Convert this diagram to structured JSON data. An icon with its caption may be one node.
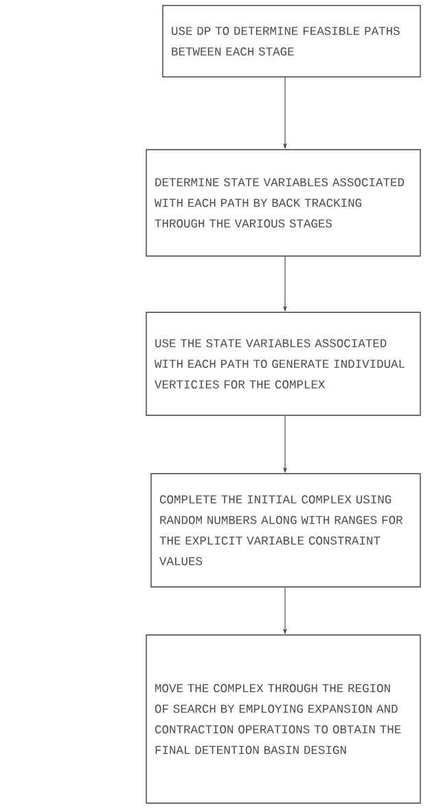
{
  "diagram": {
    "nodes": [
      {
        "text": [
          "USE DP TO DETERMINE FEASIBLE PATHS BETWEEN EACH STAGE"
        ]
      },
      {
        "text": [
          "DETERMINE STATE VARIABLES ASSOCIATED WITH EACH PATH BY BACK TRACKING THROUGH THE VARIOUS STAGES"
        ]
      },
      {
        "text": [
          "USE THE STATE VARIABLES ASSOCIATED WITH EACH PATH TO GENERATE INDIVIDUAL VERTICIES FOR THE COMPLEX"
        ]
      },
      {
        "text": [
          "COMPLETE THE INITIAL COMPLEX USING RANDOM NUMBERS ALONG WITH RANGES FOR THE EXPLICIT VARIABLE CONSTRAINT VALUES"
        ]
      },
      {
        "text": [
          "MOVE THE COMPLEX THROUGH THE REGION OF SEARCH BY EMPLOYING EXPANSION AND CONTRACTION OPERATIONS TO OBTAIN THE FINAL DETENTION BASIN DESIGN"
        ]
      }
    ],
    "edges": [
      {
        "from": 0,
        "to": 1,
        "arrow": "to"
      },
      {
        "from": 1,
        "to": 2,
        "arrow": "to"
      },
      {
        "from": 2,
        "to": 3,
        "arrow": "to"
      },
      {
        "from": 3,
        "to": 4,
        "arrow": "to"
      }
    ]
  }
}
